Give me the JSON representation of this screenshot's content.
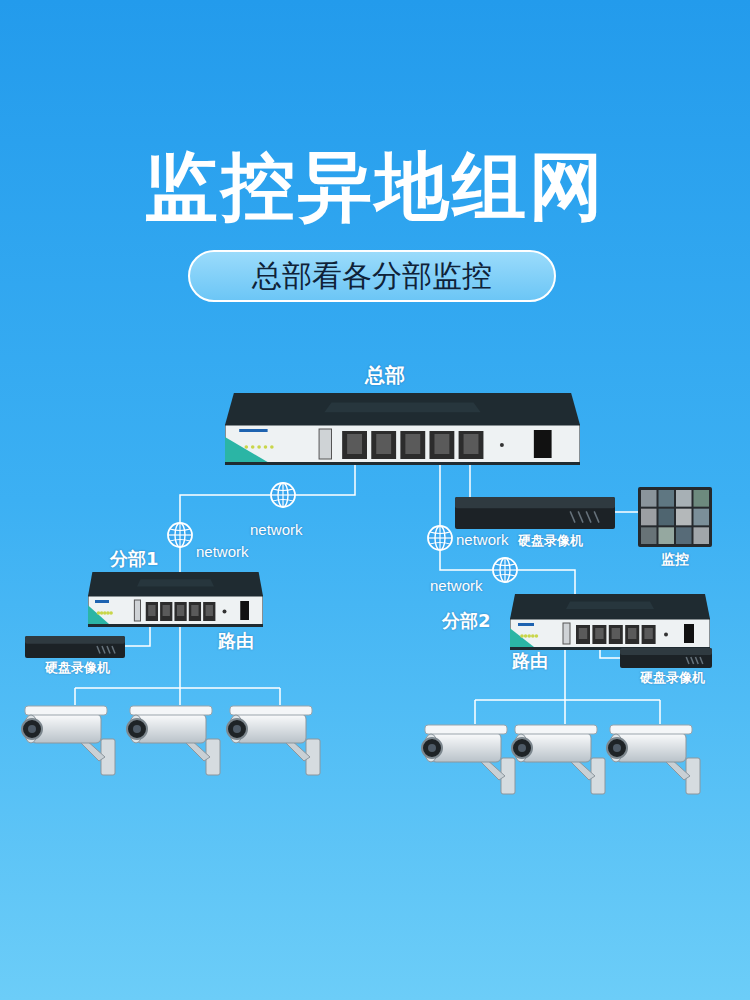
{
  "diagram": {
    "title": "监控异地组网",
    "nodes": [
      {
        "text": [
          "总部看各分部监控"
        ]
      },
      {
        "text": [
          "总部"
        ]
      },
      {
        "text": [
          "分部1",
          "路由"
        ]
      },
      {
        "text": [
          "硬盘录像机"
        ]
      },
      {
        "text": [
          "监控"
        ]
      },
      {
        "text": [
          "分部2",
          "路由"
        ]
      },
      {
        "text": [
          "硬盘录像机"
        ]
      },
      {
        "text": [
          "硬盘录像机"
        ]
      }
    ],
    "edges": [
      {
        "from": 1,
        "to": 2,
        "arrow": "none",
        "label": "network"
      },
      {
        "from": 1,
        "to": 5,
        "arrow": "none",
        "label": "network"
      },
      {
        "from": 1,
        "to": 3,
        "arrow": "none"
      },
      {
        "from": 3,
        "to": 4,
        "arrow": "none"
      },
      {
        "from": 2,
        "to": 6,
        "arrow": "none"
      },
      {
        "from": 5,
        "to": 7,
        "arrow": "none"
      }
    ],
    "labels": [
      "network",
      "network"
    ]
  }
}
